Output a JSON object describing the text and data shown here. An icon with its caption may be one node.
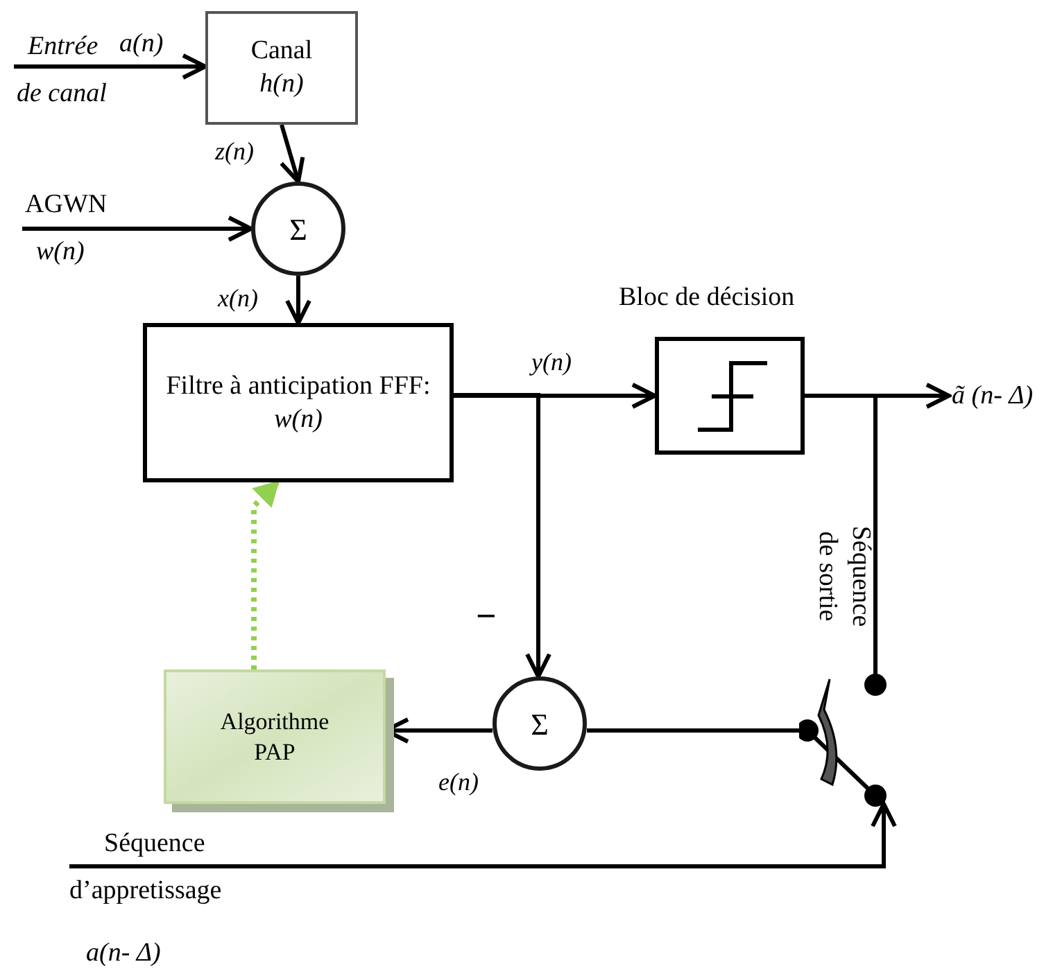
{
  "diagram": {
    "nodes": [
      {
        "text": [
          "Canal",
          "h(n)"
        ]
      },
      {
        "text": [
          "Σ"
        ]
      },
      {
        "text": [
          "Filtre à anticipation FFF:",
          "w(n)"
        ]
      },
      {
        "text": [],
        "shape": "box",
        "beside": [
          "Bloc de décision"
        ]
      },
      {
        "text": [
          "Σ"
        ]
      },
      {
        "text": [
          "Algorithme PAP"
        ]
      },
      {
        "text": [],
        "shape": "switch"
      },
      {
        "text": [
          "Entrée",
          "a(n)",
          "de canal"
        ]
      },
      {
        "text": [
          "AGWN",
          "w(n)"
        ]
      },
      {
        "text": [
          "ã (n- Δ)"
        ]
      },
      {
        "text": [
          "Séquence",
          "d’appretissage",
          "a(n- Δ)"
        ]
      }
    ],
    "edges": [
      {
        "from": 7,
        "to": 0,
        "arrow": "to"
      },
      {
        "from": 0,
        "to": 1,
        "arrow": "to",
        "label": "z(n)"
      },
      {
        "from": 8,
        "to": 1,
        "arrow": "to"
      },
      {
        "from": 1,
        "to": 2,
        "arrow": "to",
        "label": "x(n)"
      },
      {
        "from": 2,
        "to": 3,
        "arrow": "to",
        "label": "y(n)"
      },
      {
        "from": 3,
        "to": 9,
        "arrow": "to"
      },
      {
        "from": 2,
        "to": 4,
        "arrow": "to"
      },
      {
        "from": 4,
        "to": 5,
        "arrow": "to",
        "label": "e(n)"
      },
      {
        "from": 4,
        "to": 6,
        "arrow": "none"
      },
      {
        "from": 3,
        "to": 6,
        "arrow": "none"
      },
      {
        "from": 10,
        "to": 6,
        "arrow": "to"
      },
      {
        "from": 5,
        "to": 2,
        "arrow": "to",
        "style": "dashed",
        "color": "#92d050"
      }
    ],
    "labels": [
      "Séquence de sortie",
      "−"
    ]
  }
}
